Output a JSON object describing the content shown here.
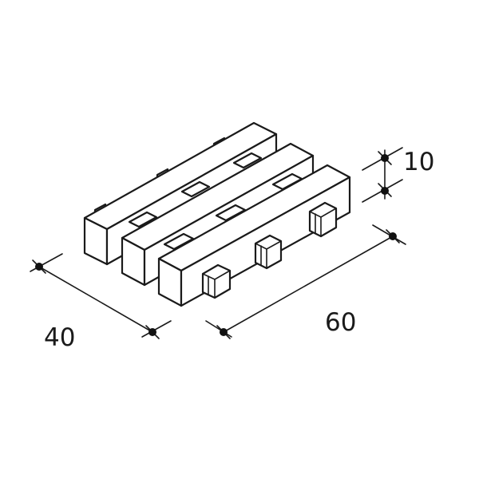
{
  "dimensions": {
    "height": "10",
    "depth": "40",
    "length": "60"
  },
  "colors": {
    "line": "#1a1a1a",
    "background": "#ffffff",
    "dot": "#111111"
  }
}
